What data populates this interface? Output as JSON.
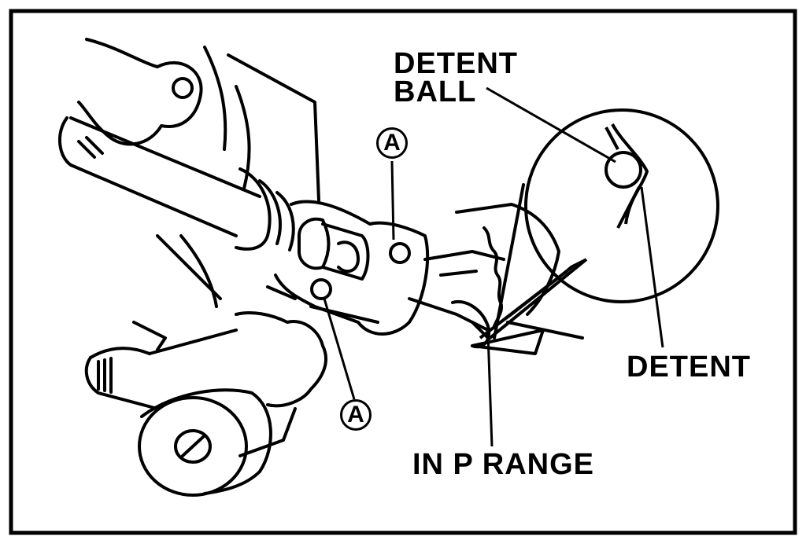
{
  "labels": {
    "detent_ball_line1": "DETENT",
    "detent_ball_line2": "BALL",
    "detent": "DETENT",
    "in_p_range": "IN P RANGE",
    "callout_a_top": "A",
    "callout_a_bottom": "A"
  }
}
